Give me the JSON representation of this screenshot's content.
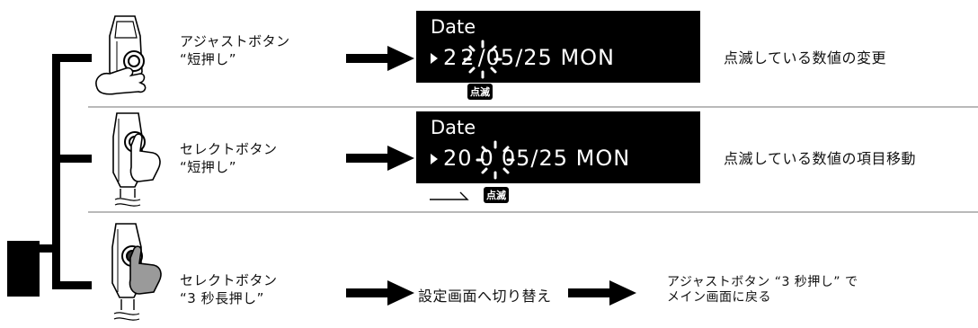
{
  "rows": [
    {
      "button_label": "アジャストボタン",
      "press_label": "“短押し”",
      "lcd_line1": "Date",
      "lcd_line2_pre": "2",
      "lcd_line2_blink": "2",
      "lcd_line2_post": "/05/25 MON",
      "blink_tag": "点滅",
      "description": "点滅している数値の変更"
    },
    {
      "button_label": "セレクトボタン",
      "press_label": "“短押し”",
      "lcd_line1": "Date",
      "lcd_line2_pre": "20",
      "lcd_line2_blink": "0",
      "lcd_line2_post": "05/25 MON",
      "blink_tag": "点滅",
      "description": "点滅している数値の項目移動"
    },
    {
      "button_label": "セレクトボタン",
      "press_label": "“3 秒長押し”",
      "step_text": "設定画面へ切り替え",
      "final_line1": "アジャストボタン “3 秒押し” で",
      "final_line2": "メイン画面に戻る"
    }
  ]
}
